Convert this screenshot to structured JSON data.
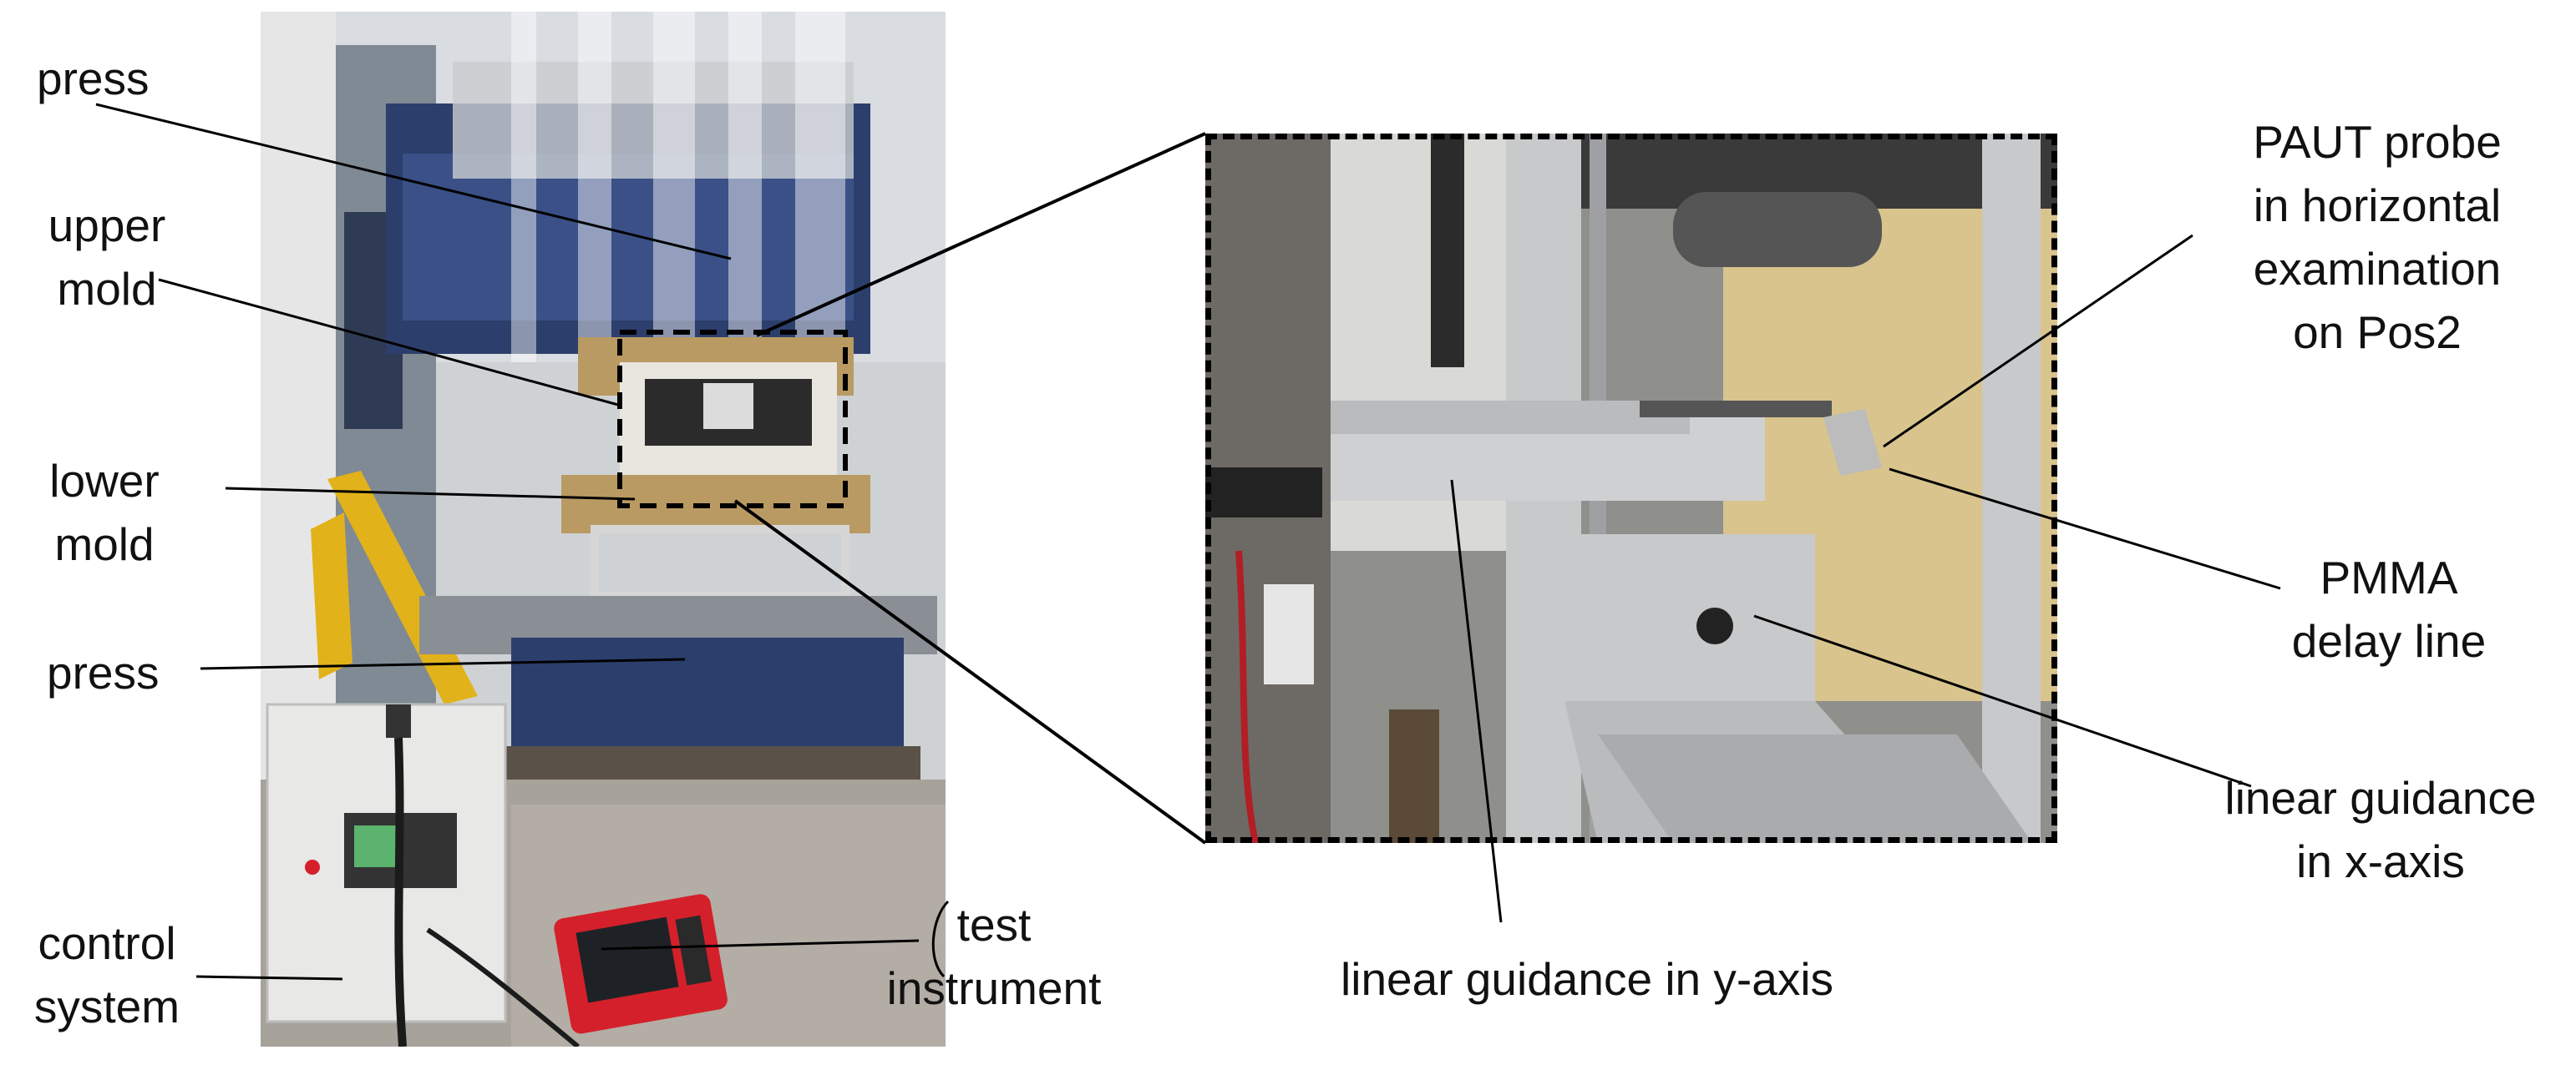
{
  "labels": {
    "press_top": "press",
    "upper_mold_1": "upper",
    "upper_mold_2": "mold",
    "lower_mold_1": "lower",
    "lower_mold_2": "mold",
    "press_bottom": "press",
    "control_system_1": "control",
    "control_system_2": "system",
    "test_instrument_1": "test",
    "test_instrument_2": "instrument",
    "linear_y": "linear guidance in y-axis",
    "paut_1": "PAUT probe",
    "paut_2": "in horizontal",
    "paut_3": "examination",
    "paut_4": "on Pos2",
    "pmma_1": "PMMA",
    "pmma_2": "delay line",
    "linear_x_1": "linear guidance",
    "linear_x_2": "in x-axis"
  },
  "colors": {
    "press_blue": "#2c3e6b",
    "mold_wood": "#b99a63",
    "curtain": "#d9dde2",
    "floor": "#a7a29a",
    "control_box": "#e8e8e6",
    "instrument_red": "#d4202a",
    "aluminum": "#c7c9cb",
    "plywood": "#d9c48e",
    "dark_frame": "#3a3a3a"
  }
}
